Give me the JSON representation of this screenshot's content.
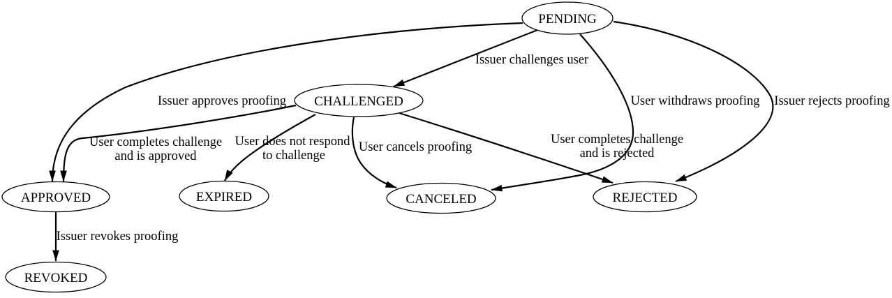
{
  "diagram": {
    "type": "state-machine",
    "background_color": "#ffffff",
    "stroke_color": "#000000",
    "text_color": "#000000",
    "node_fill_color": "#ffffff",
    "nodes": {
      "pending": {
        "label": "PENDING"
      },
      "challenged": {
        "label": "CHALLENGED"
      },
      "approved": {
        "label": "APPROVED"
      },
      "expired": {
        "label": "EXPIRED"
      },
      "canceled": {
        "label": "CANCELED"
      },
      "rejected": {
        "label": "REJECTED"
      },
      "revoked": {
        "label": "REVOKED"
      }
    },
    "edges": {
      "pending_challenged": {
        "from": "PENDING",
        "to": "CHALLENGED",
        "label": "Issuer challenges user"
      },
      "pending_approved": {
        "from": "PENDING",
        "to": "APPROVED",
        "label": "Issuer approves proofing"
      },
      "pending_canceled": {
        "from": "PENDING",
        "to": "CANCELED",
        "label": "User withdraws proofing"
      },
      "pending_rejected": {
        "from": "PENDING",
        "to": "REJECTED",
        "label": "Issuer rejects proofing"
      },
      "challenged_approved": {
        "from": "CHALLENGED",
        "to": "APPROVED",
        "label_line1": "User completes challenge",
        "label_line2": "and is approved"
      },
      "challenged_expired": {
        "from": "CHALLENGED",
        "to": "EXPIRED",
        "label_line1": "User does not respond",
        "label_line2": "to challenge"
      },
      "challenged_canceled": {
        "from": "CHALLENGED",
        "to": "CANCELED",
        "label": "User cancels proofing"
      },
      "challenged_rejected": {
        "from": "CHALLENGED",
        "to": "REJECTED",
        "label_line1": "User completes challenge",
        "label_line2": "and is rejected"
      },
      "approved_revoked": {
        "from": "APPROVED",
        "to": "REVOKED",
        "label": "Issuer revokes proofing"
      }
    }
  }
}
